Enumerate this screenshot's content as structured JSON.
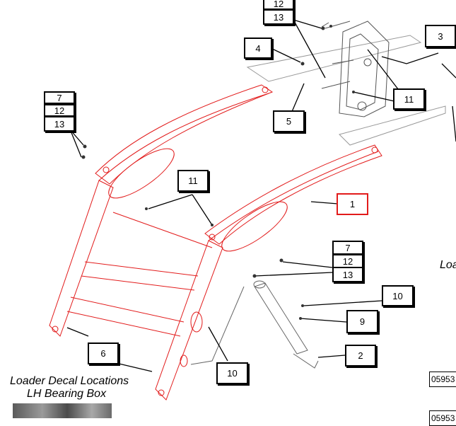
{
  "callouts": {
    "c12_top": "12",
    "c13_top": "13",
    "c3": "3",
    "c4": "4",
    "c5": "5",
    "c11_right": "11",
    "c7_left": "7",
    "c12_left": "12",
    "c13_left": "13",
    "c11_mid": "11",
    "c1": "1",
    "c7_mid": "7",
    "c12_mid": "12",
    "c13_mid": "13",
    "c10_right": "10",
    "c9": "9",
    "c2": "2",
    "c6": "6",
    "c10_bottom": "10"
  },
  "captions": {
    "decal_title": "Loader Decal Locations",
    "bearing_box": "LH Bearing Box",
    "side_cut": "Loa",
    "code1": "05953",
    "code2": "05953"
  },
  "colors": {
    "frame": "#e21b1b",
    "line": "#000000",
    "part": "#7a7a7a"
  }
}
